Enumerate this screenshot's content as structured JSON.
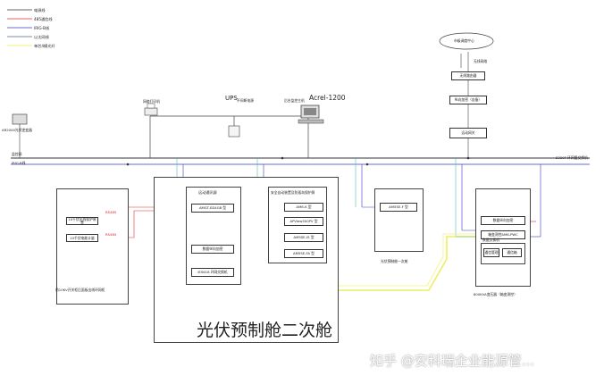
{
  "legend": {
    "items": [
      {
        "label": "电源线",
        "color": "#333333"
      },
      {
        "label": "485通信线",
        "color": "#e03030"
      },
      {
        "label": "IRIG-B线",
        "color": "#3a3ac8"
      },
      {
        "label": "以太网线",
        "color": "#4a6a8a"
      },
      {
        "label": "单芯4模光纤",
        "color": "#f0f070"
      }
    ]
  },
  "top": {
    "dispatch_center": "市级调度中心",
    "wireless_label": "无线网络",
    "wireless_router": "无线路由器",
    "encryption": "纵向加密（自备）",
    "monitor": "远动网关",
    "ups_label": "UPS",
    "ups_sub": "不间断电源",
    "printer_label": "网络打印机",
    "acrel_model": "Acrel-1200",
    "acrel_prefix": "后台监控主机",
    "left_device": "AR2000光伏逆变器"
  },
  "bus": {
    "left_lines": [
      "监控网",
      "IRIG-B线"
    ],
    "switch_label": "S320F 环网管交换机"
  },
  "left_cabinet": {
    "title": "前10KV开关柜后面板出线环网柜",
    "devices": [
      "10千伏出线保护装置",
      "10千伏电能计量"
    ],
    "rs485_labels": [
      "RS485",
      "RS485"
    ]
  },
  "main_cabinet": {
    "title": "光伏预制舱二次舱",
    "remote_panel": {
      "title": "远动通讯屏",
      "devices": [
        "AMGT-ED4G8 型",
        "数据纵向加密",
        "IES618 环网交换机"
      ]
    },
    "protection_panel": {
      "title": "安全自动装置及防孤岛保护屏",
      "devices": [
        "AM6-K 型",
        "APView500PV 型",
        "AM5SE-IS 型",
        "AM5SE-FA 型"
      ]
    }
  },
  "pv_cabinet": {
    "device": "AM5SE-F 型",
    "title": "光伏预制舱一次舱"
  },
  "transformer": {
    "devices": [
      "数据纵向加密",
      "箱变测控AM6-PWC",
      "通信管理",
      "通信箱",
      "数据交换机"
    ],
    "title": "800KVA变压器（箱变测控）"
  },
  "watermark": "知乎 @安科瑞企业能源管..."
}
